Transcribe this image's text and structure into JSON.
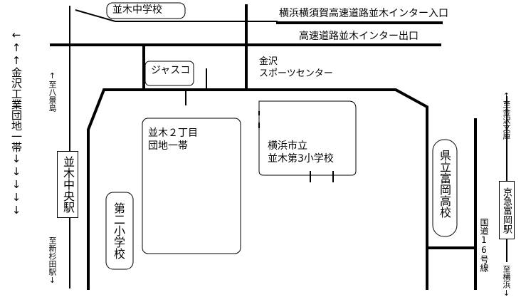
{
  "map": {
    "roads": {
      "yokohama_yokosuka_entrance": "横浜横須賀高速道路並木インター入口",
      "expressway_exit": "高速道路並木インター出口",
      "route16": "国道16号線"
    },
    "places": {
      "namiki_junior_high": "並木中学校",
      "jusco": "ジャスコ",
      "kanazawa_sports_center": [
        "金沢",
        "スポーツセンター"
      ],
      "namiki_2chome": [
        "並木２丁目",
        "団地一帯"
      ],
      "yokohama_namiki3_elementary": [
        "横浜市立",
        "並木第3小学校"
      ],
      "prefectural_tomioka_high": "県立富岡高校",
      "daini_elementary": "第二小学校",
      "namiki_chuo_station": "並木中央駅",
      "keikyu_tomioka_station": "京急富岡駅"
    },
    "directions": {
      "kanazawa_industrial": "←↑↑金沢工業団地一帯↓↓↓↓↓",
      "to_hakkeijima": "↑至八景島",
      "to_shinsugita": "至新杉田駅↓",
      "to_kanazawa_bunko": "↑至金沢文庫",
      "to_yokohama": "至横浜↓"
    },
    "colors": {
      "line": "#000000",
      "background": "#ffffff"
    }
  }
}
